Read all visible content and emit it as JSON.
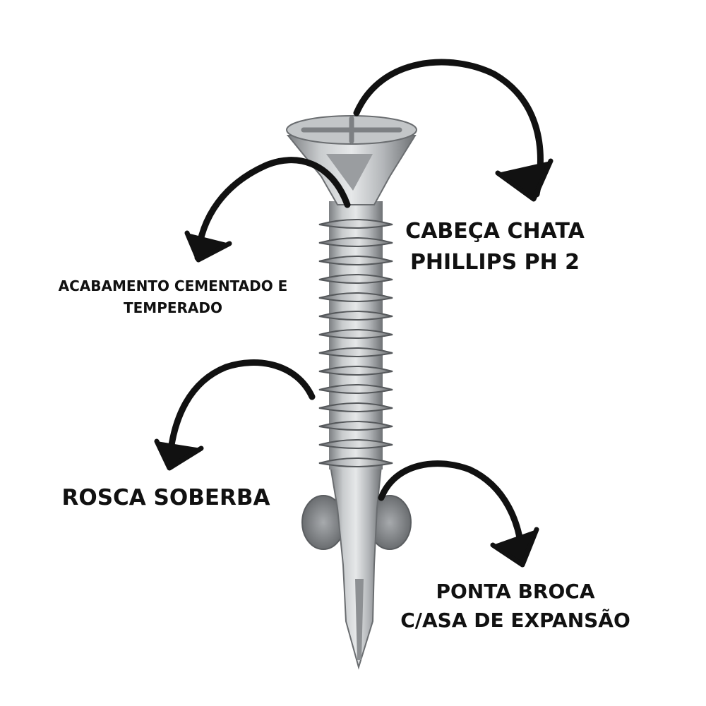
{
  "labels": {
    "head": {
      "line1": "CABEÇA CHATA",
      "line2": "PHILLIPS PH 2"
    },
    "finish": {
      "line1": "ACABAMENTO CEMENTADO E",
      "line2": "TEMPERADO"
    },
    "thread": {
      "line1": "ROSCA SOBERBA"
    },
    "tip": {
      "line1": "PONTA BROCA",
      "line2": "C/ASA DE EXPANSÃO"
    }
  },
  "colors": {
    "text": "#111111",
    "arrow": "#111111",
    "metal": "#b9bcbf",
    "metal_dark": "#6d7073",
    "background": "#ffffff"
  }
}
